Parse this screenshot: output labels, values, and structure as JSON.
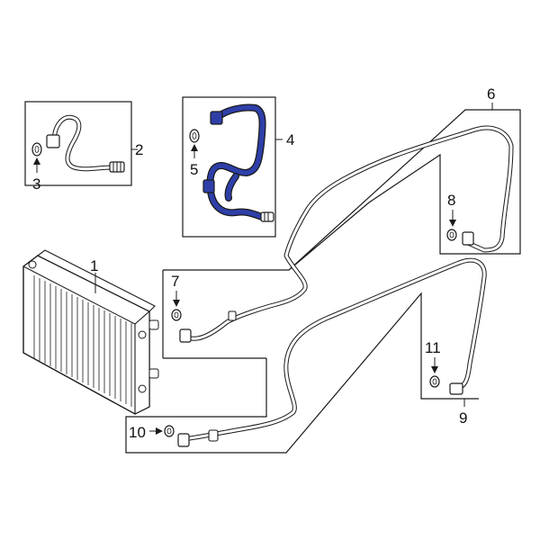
{
  "diagram": {
    "highlight_color": "#2e3fa8",
    "callouts": [
      {
        "id": "1",
        "text": "1"
      },
      {
        "id": "2",
        "text": "2"
      },
      {
        "id": "3",
        "text": "3"
      },
      {
        "id": "4",
        "text": "4"
      },
      {
        "id": "5",
        "text": "5"
      },
      {
        "id": "6",
        "text": "6"
      },
      {
        "id": "7",
        "text": "7"
      },
      {
        "id": "8",
        "text": "8"
      },
      {
        "id": "9",
        "text": "9"
      },
      {
        "id": "10",
        "text": "10"
      },
      {
        "id": "11",
        "text": "11"
      }
    ]
  }
}
